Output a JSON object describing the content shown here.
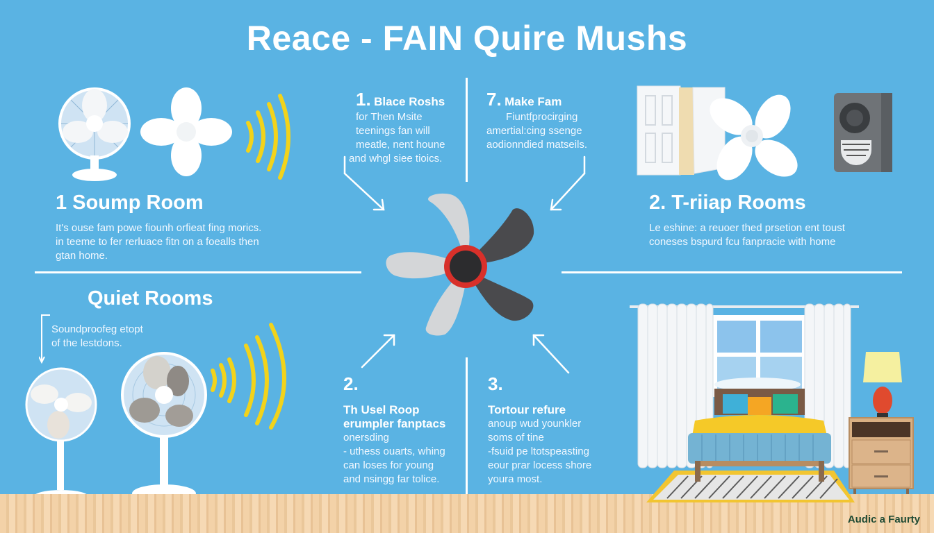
{
  "header": {
    "title": "Reace - FAIN Quire Mushs"
  },
  "top_steps": [
    {
      "number": "1.",
      "heading": "Blace Roshs",
      "lines": [
        "for Then Msite",
        "teenings fan will",
        "meatle, nent houne",
        "and whgl siee tioics."
      ]
    },
    {
      "number": "7.",
      "heading": "Make Fam",
      "lines": [
        "Fiuntfprocirging",
        "amertial:cing ssenge",
        "aodionndied matseils."
      ]
    }
  ],
  "left_section": {
    "heading": "1 Soump Room",
    "lines": [
      "It's ouse fam powe fiounh orfieat fing morics.",
      "in teeme to fer rerluace fitn on a foealls then",
      "gtan home."
    ]
  },
  "right_section": {
    "heading": "2. T-riiap Rooms",
    "lines": [
      "Le eshine: a reuoer thed prsetion ent toust",
      "coneses bspurd fcu fanpracie with home"
    ]
  },
  "quiet_section": {
    "heading": "Quiet Rooms",
    "lines": [
      "Soundproofeg etopt",
      "of the lestdons."
    ]
  },
  "bottom_steps": [
    {
      "number": "2.",
      "heading_lines": [
        "Th Usel Roop",
        "erumpler fanptacs"
      ],
      "lines": [
        "onersding",
        "- uthess ouarts, whing",
        "can loses for young",
        "and nsingg far tolice."
      ]
    },
    {
      "number": "3.",
      "heading_lines": [
        "Tortour refure"
      ],
      "lines": [
        "anoup wud younkler",
        "soms of tine",
        "-fsuid pe ltotspeasting",
        "eour prar locess shore",
        "youra most."
      ]
    }
  ],
  "footer": {
    "credit": "Audic a Faurty"
  },
  "colors": {
    "background": "#5ab3e3",
    "sound_waves": "#f2d31b",
    "hub_ring": "#d8302a",
    "dark_blade": "#4a4a4d",
    "light_blade": "#d4d6d8",
    "floor": "#f3d2a8",
    "credit_text": "#1f4a33"
  },
  "icons": [
    "desk-fan-icon",
    "fan-blade-icon",
    "sound-wave-icon",
    "door-icon",
    "white-noise-machine-icon",
    "central-fan-icon",
    "arrow-icon",
    "bedroom-illustration",
    "pedestal-fan-icon",
    "lamp-icon",
    "nightstand-icon"
  ]
}
